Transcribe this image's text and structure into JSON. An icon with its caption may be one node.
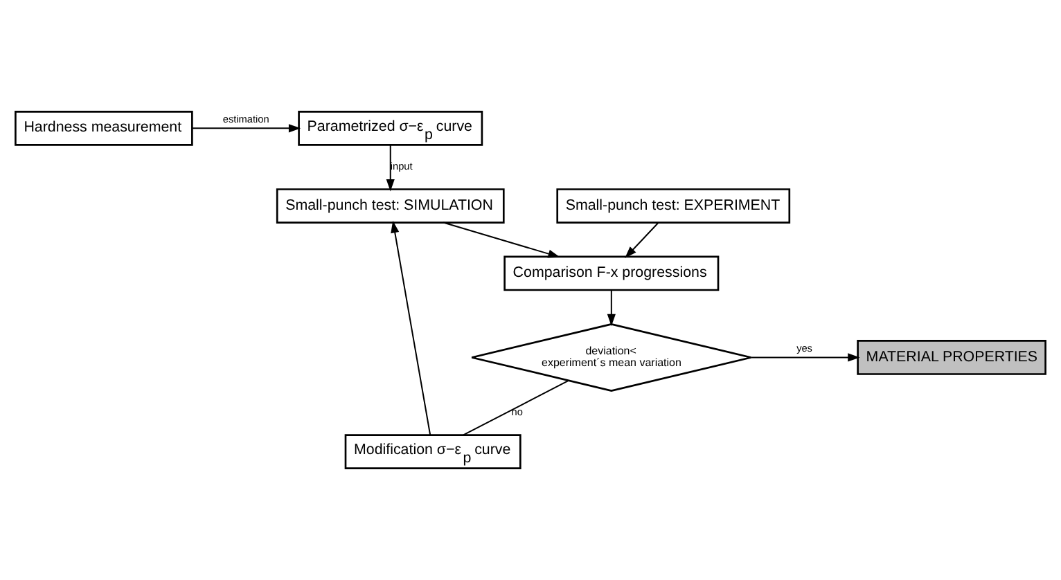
{
  "diagram": {
    "nodes": [
      {
        "text": [
          "Hardness measurement"
        ]
      },
      {
        "text": [
          "Parametrized σ−ε$_{p}$ curve"
        ]
      },
      {
        "text": [
          "Small-punch test: EXPERIMENT"
        ]
      },
      {
        "text": [
          "Small-punch test: SIMULATION"
        ]
      },
      {
        "text": [
          "Comparison F-x progressions"
        ]
      },
      {
        "text": [
          "deviation<",
          "experiment´s mean variation"
        ]
      },
      {
        "text": [
          "MATERIAL PROPERTIES"
        ]
      },
      {
        "text": [
          "Modification σ−ε$_{p}$ curve"
        ]
      }
    ],
    "edges": [
      {
        "from": 0,
        "to": 1,
        "arrow": "to",
        "label": "estimation"
      },
      {
        "from": 1,
        "to": 3,
        "arrow": "to",
        "label": "input"
      },
      {
        "from": 2,
        "to": 4,
        "arrow": "to"
      },
      {
        "from": 3,
        "to": 4,
        "arrow": "to"
      },
      {
        "from": 4,
        "to": 5,
        "arrow": "to"
      },
      {
        "from": 5,
        "to": 6,
        "arrow": "to",
        "label": "yes"
      },
      {
        "from": 5,
        "to": 7,
        "arrow": "none",
        "label": "no"
      },
      {
        "from": 7,
        "to": 3,
        "arrow": "to"
      }
    ]
  }
}
